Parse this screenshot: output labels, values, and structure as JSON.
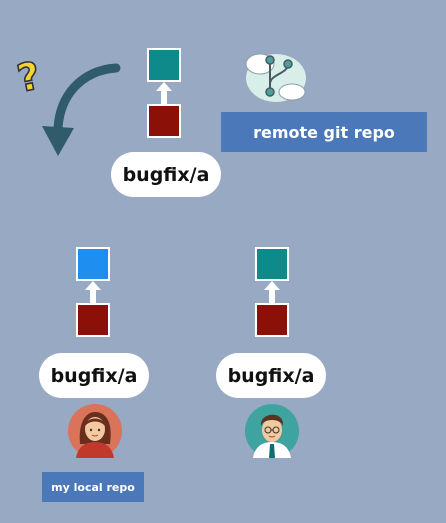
{
  "remote": {
    "branch_label": "bugfix/a",
    "repo_label": "remote git repo",
    "top_commit_color": "#0f8a8a",
    "base_commit_color": "#8a1008"
  },
  "local_user": {
    "branch_label": "bugfix/a",
    "repo_label": "my local repo",
    "top_commit_color": "#1e8ff0",
    "base_commit_color": "#8a1008"
  },
  "other_user": {
    "branch_label": "bugfix/a",
    "top_commit_color": "#0f8a8a",
    "base_commit_color": "#8a1008"
  },
  "colors": {
    "background": "#97a9c3",
    "label_box": "#4a78b8",
    "curved_arrow": "#2f5b6a",
    "question_mark": "#f2d531"
  },
  "icons": [
    "question-mark-icon",
    "curved-arrow-icon",
    "cloud-git-icon",
    "female-avatar-icon",
    "male-avatar-icon"
  ]
}
